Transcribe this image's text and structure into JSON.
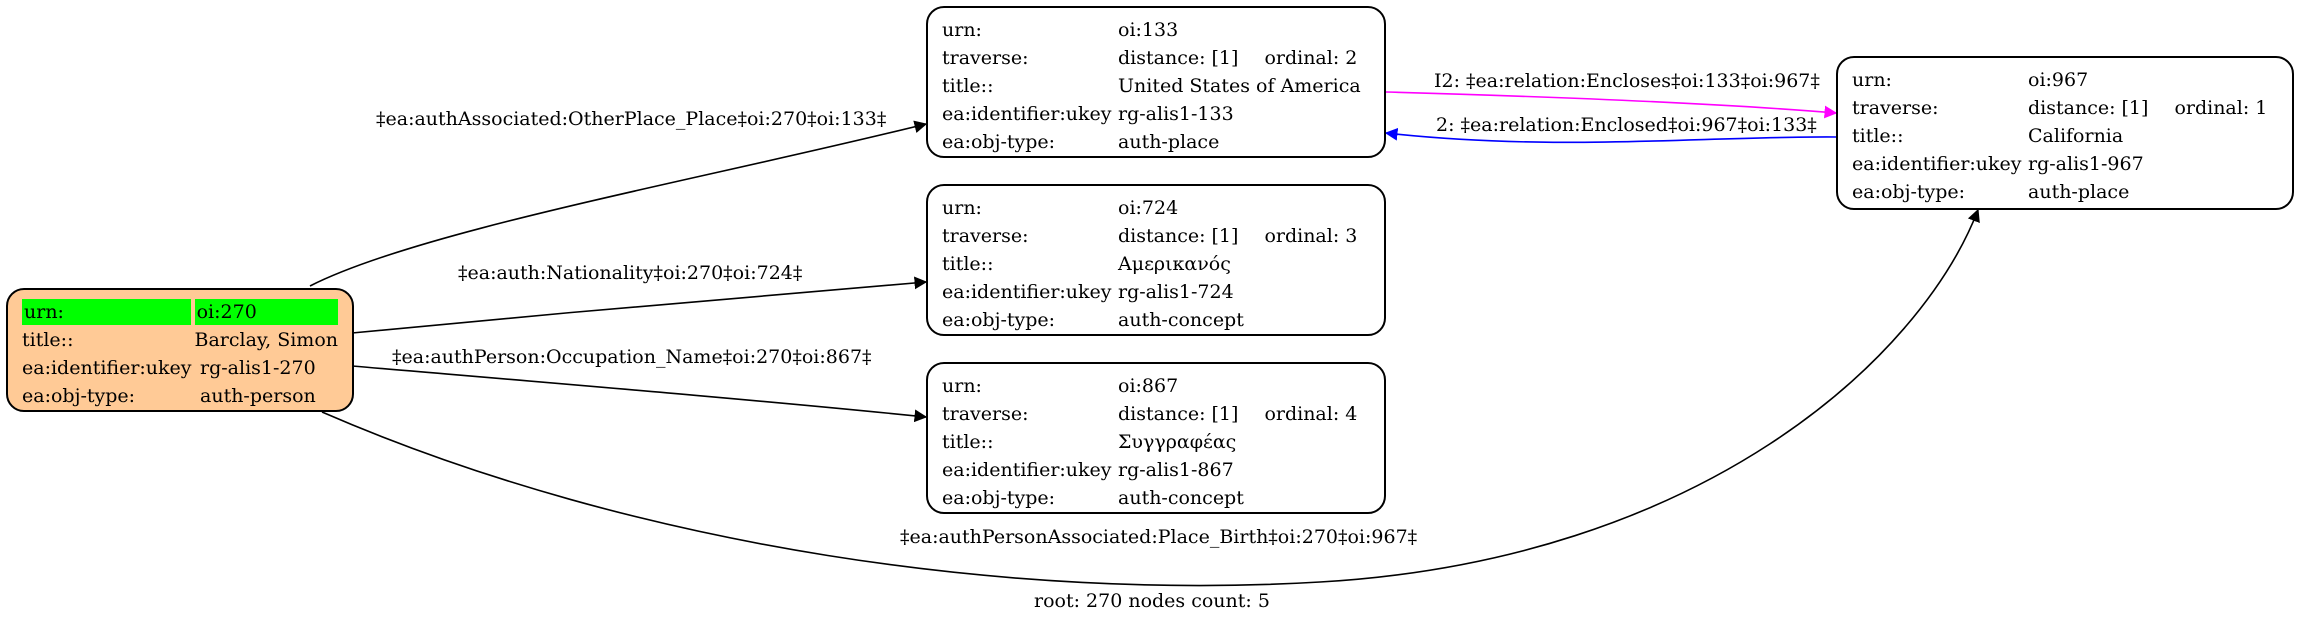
{
  "nodes": {
    "n270": {
      "rows": [
        {
          "key": "urn:",
          "value": "oi:270"
        },
        {
          "key": "title::",
          "value": "Barclay, Simon"
        },
        {
          "key": "ea:identifier:ukey",
          "value": "rg-alis1-270"
        },
        {
          "key": "ea:obj-type:",
          "value": "auth-person"
        }
      ]
    },
    "n133": {
      "rows": [
        {
          "key": "urn:",
          "value": "oi:133"
        },
        {
          "key": "traverse:",
          "value": "distance: [1]",
          "extra": "ordinal: 2"
        },
        {
          "key": "title::",
          "value": "United States of America"
        },
        {
          "key": "ea:identifier:ukey",
          "value": "rg-alis1-133"
        },
        {
          "key": "ea:obj-type:",
          "value": "auth-place"
        }
      ]
    },
    "n724": {
      "rows": [
        {
          "key": "urn:",
          "value": "oi:724"
        },
        {
          "key": "traverse:",
          "value": "distance: [1]",
          "extra": "ordinal: 3"
        },
        {
          "key": "title::",
          "value": "Αμερικανός"
        },
        {
          "key": "ea:identifier:ukey",
          "value": "rg-alis1-724"
        },
        {
          "key": "ea:obj-type:",
          "value": "auth-concept"
        }
      ]
    },
    "n867": {
      "rows": [
        {
          "key": "urn:",
          "value": "oi:867"
        },
        {
          "key": "traverse:",
          "value": "distance: [1]",
          "extra": "ordinal: 4"
        },
        {
          "key": "title::",
          "value": "Συγγραφέας"
        },
        {
          "key": "ea:identifier:ukey",
          "value": "rg-alis1-867"
        },
        {
          "key": "ea:obj-type:",
          "value": "auth-concept"
        }
      ]
    },
    "n967": {
      "rows": [
        {
          "key": "urn:",
          "value": "oi:967"
        },
        {
          "key": "traverse:",
          "value": "distance: [1]",
          "extra": "ordinal: 1"
        },
        {
          "key": "title::",
          "value": "California"
        },
        {
          "key": "ea:identifier:ukey",
          "value": "rg-alis1-967"
        },
        {
          "key": "ea:obj-type:",
          "value": "auth-place"
        }
      ]
    }
  },
  "edges": {
    "e270_133": "‡ea:authAssociated:OtherPlace_Place‡oi:270‡oi:133‡",
    "e270_724": "‡ea:auth:Nationality‡oi:270‡oi:724‡",
    "e270_867": "‡ea:authPerson:Occupation_Name‡oi:270‡oi:867‡",
    "e270_967": "‡ea:authPersonAssociated:Place_Birth‡oi:270‡oi:967‡",
    "e133_967": "I2: ‡ea:relation:Encloses‡oi:133‡oi:967‡",
    "e967_133": "2: ‡ea:relation:Enclosed‡oi:967‡oi:133‡"
  },
  "colors": {
    "root_fill": "#ffca96",
    "highlight": "#00ff00",
    "encloses_edge": "#ff00ff",
    "enclosed_edge": "#0000ff",
    "default_edge": "#000000"
  },
  "footer": "root: 270 nodes count: 5"
}
